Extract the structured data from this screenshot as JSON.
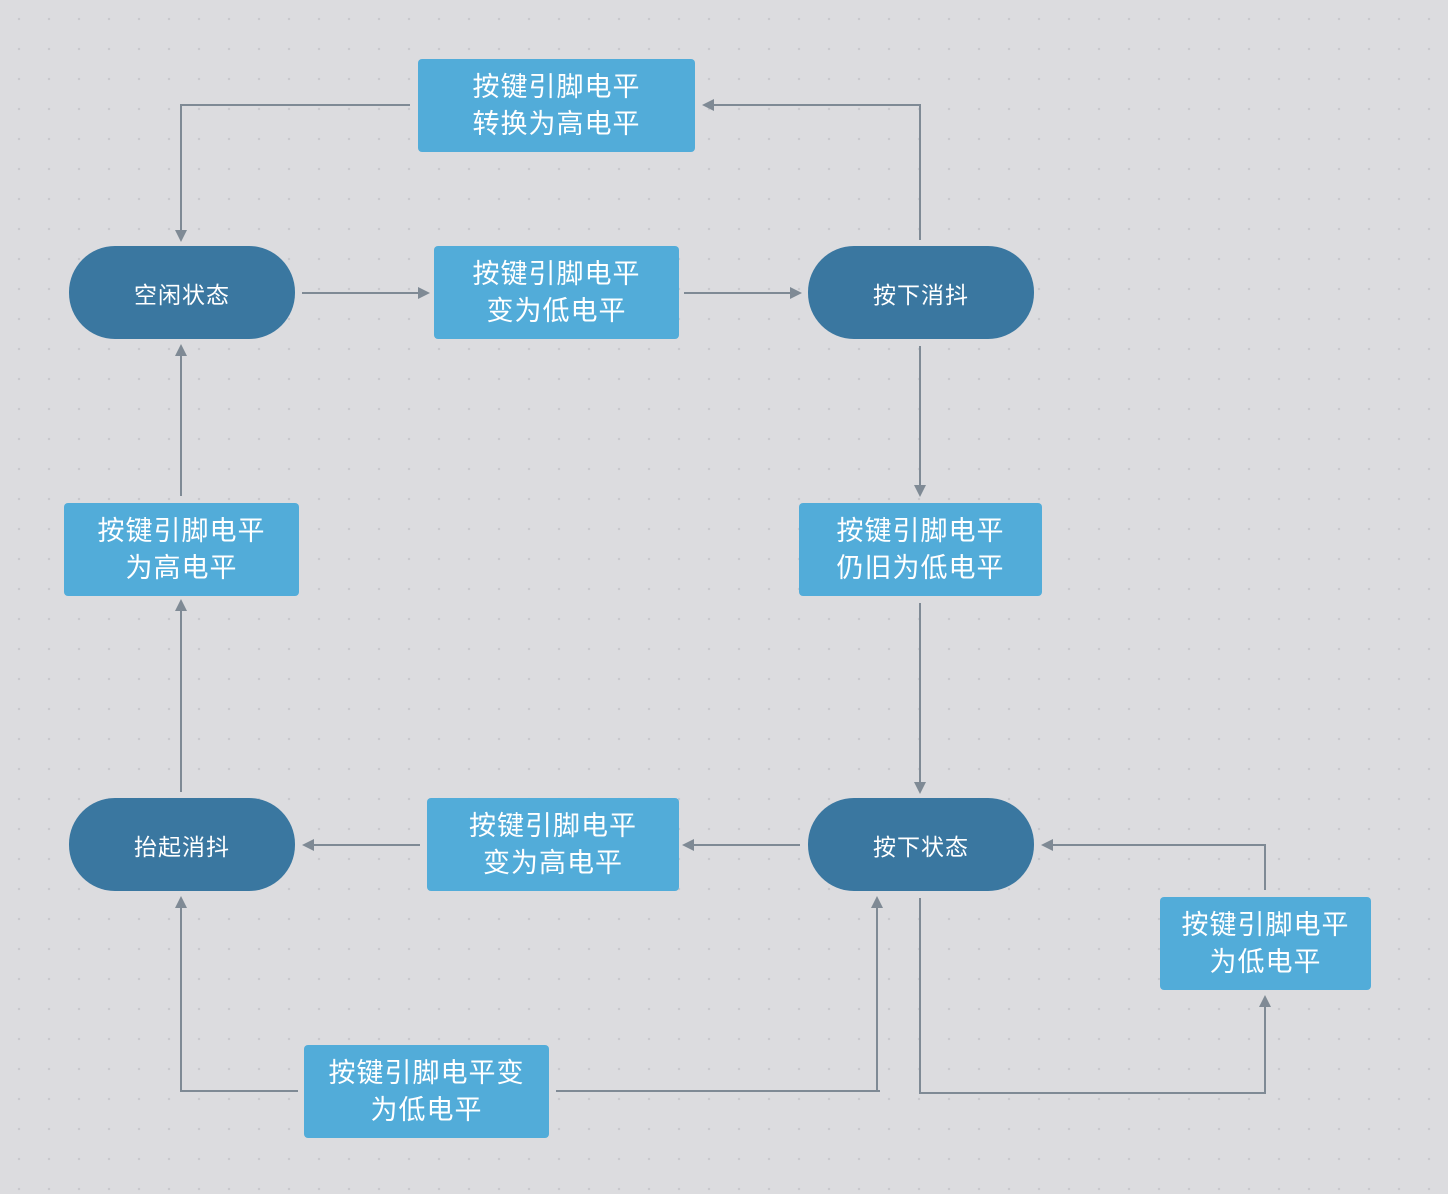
{
  "states": {
    "idle": "空闲状态",
    "press_debounce": "按下消抖",
    "pressed": "按下状态",
    "release_debounce": "抬起消抖"
  },
  "events": {
    "idle_to_press": [
      "按键引脚电平",
      "变为低电平"
    ],
    "press_debounce_to_idle": [
      "按键引脚电平",
      "转换为高电平"
    ],
    "press_debounce_to_pressed": [
      "按键引脚电平",
      "仍旧为低电平"
    ],
    "pressed_to_release": [
      "按键引脚电平",
      "变为高电平"
    ],
    "pressed_self_loop": [
      "按键引脚电平",
      "为低电平"
    ],
    "release_to_idle": [
      "按键引脚电平",
      "为高电平"
    ],
    "release_to_pressed": [
      "按键引脚电平变",
      "为低电平"
    ]
  },
  "colors": {
    "state_fill": "#3a77a0",
    "event_fill": "#52acd9",
    "edge": "#7f8a95",
    "background": "#dcdcdf",
    "text": "#ffffff"
  }
}
